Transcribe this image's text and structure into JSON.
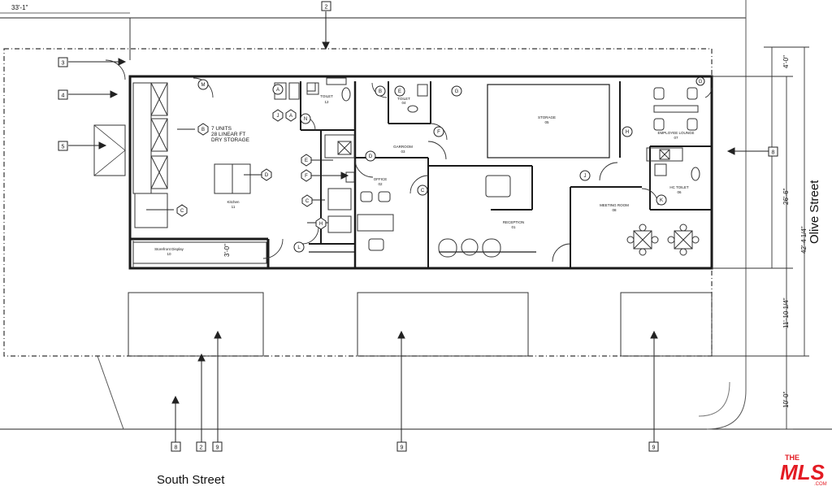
{
  "streets": {
    "south": "South Street",
    "olive": "Olive Street"
  },
  "dimensions": {
    "top_left": "33'-1\"",
    "right_top": "4'-0\"",
    "right_mid": "26'-6\"",
    "right_total": "42'-4 1/4\"",
    "right_lower": "11'-10 1/4\"",
    "right_bottom": "10'-0\"",
    "left_wall": "3'-0\""
  },
  "keynotes": {
    "top": "2",
    "left": [
      "3",
      "4",
      "5"
    ],
    "right": "8",
    "bottom": [
      "8",
      "2",
      "9",
      "9",
      "9"
    ]
  },
  "rooms": [
    {
      "name": "Kitchen",
      "num": "11"
    },
    {
      "name": "TOILET",
      "num": "12"
    },
    {
      "name": "TOILET",
      "num": "04"
    },
    {
      "name": "STORAGE",
      "num": "05"
    },
    {
      "name": "EMPLOYEE LOUNGE",
      "num": "07"
    },
    {
      "name": "GARROOM",
      "num": "03"
    },
    {
      "name": "OFFICE",
      "num": "02"
    },
    {
      "name": "HC TOILET",
      "num": "06"
    },
    {
      "name": "MEETING ROOM",
      "num": "08"
    },
    {
      "name": "RECEPTION",
      "num": "01"
    },
    {
      "name": "Storefront Display",
      "num": "10"
    }
  ],
  "equipment_note": [
    "7 UNITS",
    "28 LINEAR FT",
    "DRY STORAGE"
  ],
  "tags": [
    "A",
    "A",
    "B",
    "B",
    "C",
    "C",
    "C",
    "D",
    "D",
    "E",
    "E",
    "F",
    "F",
    "G",
    "G",
    "H",
    "H",
    "J",
    "J",
    "K",
    "L",
    "M",
    "N"
  ],
  "logo": {
    "top": "THE",
    "main": "MLS",
    "suffix": ".COM"
  },
  "colors": {
    "line": "#1a1a1a",
    "logo": "#e31b23"
  }
}
